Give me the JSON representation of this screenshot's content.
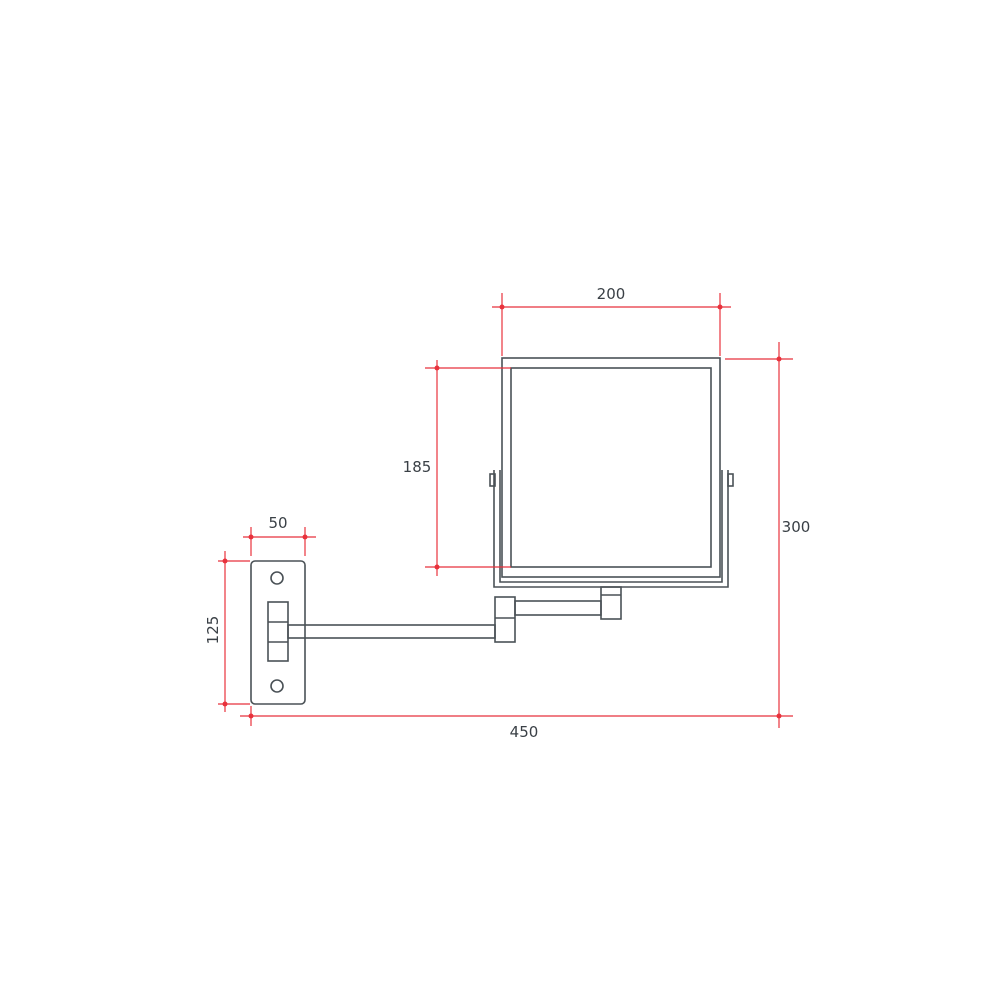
{
  "dimensions": {
    "mirror_width": "200",
    "mirror_height": "185",
    "total_height": "300",
    "plate_width": "50",
    "plate_height": "125",
    "total_length": "450"
  },
  "colors": {
    "dimension_lines": "#e8323c",
    "object_lines": "#4a5156"
  }
}
